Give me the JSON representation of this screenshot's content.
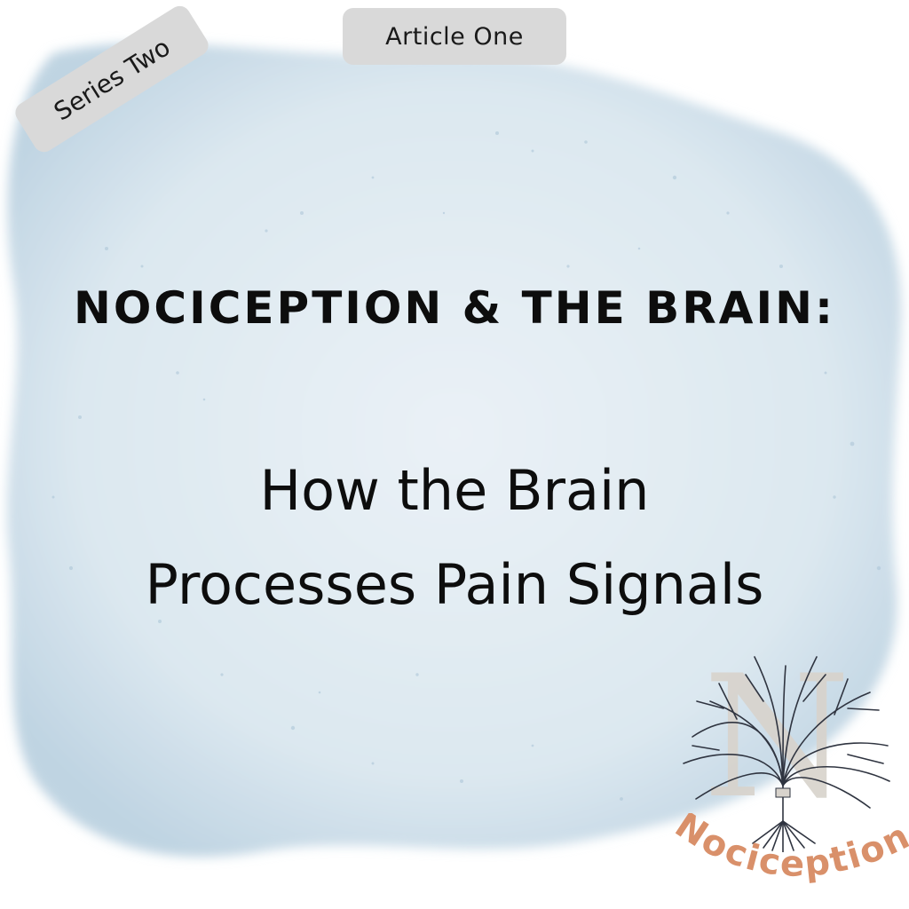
{
  "tags": {
    "article": "Article One",
    "series": "Series Two"
  },
  "headline": "NOCICEPTION & THE BRAIN:",
  "subtitle": {
    "line1": "How the Brain",
    "line2": "Processes Pain Signals"
  },
  "logo": {
    "letter": "N",
    "wordmark": "Nociception",
    "icon": "nerve-tree-icon",
    "wordmark_color": "#d9906a"
  },
  "colors": {
    "wash": "#dfeaf2",
    "wash_edge": "#a9c3d6",
    "tag_bg": "#d9d9d9",
    "text": "#0d0d0d"
  }
}
